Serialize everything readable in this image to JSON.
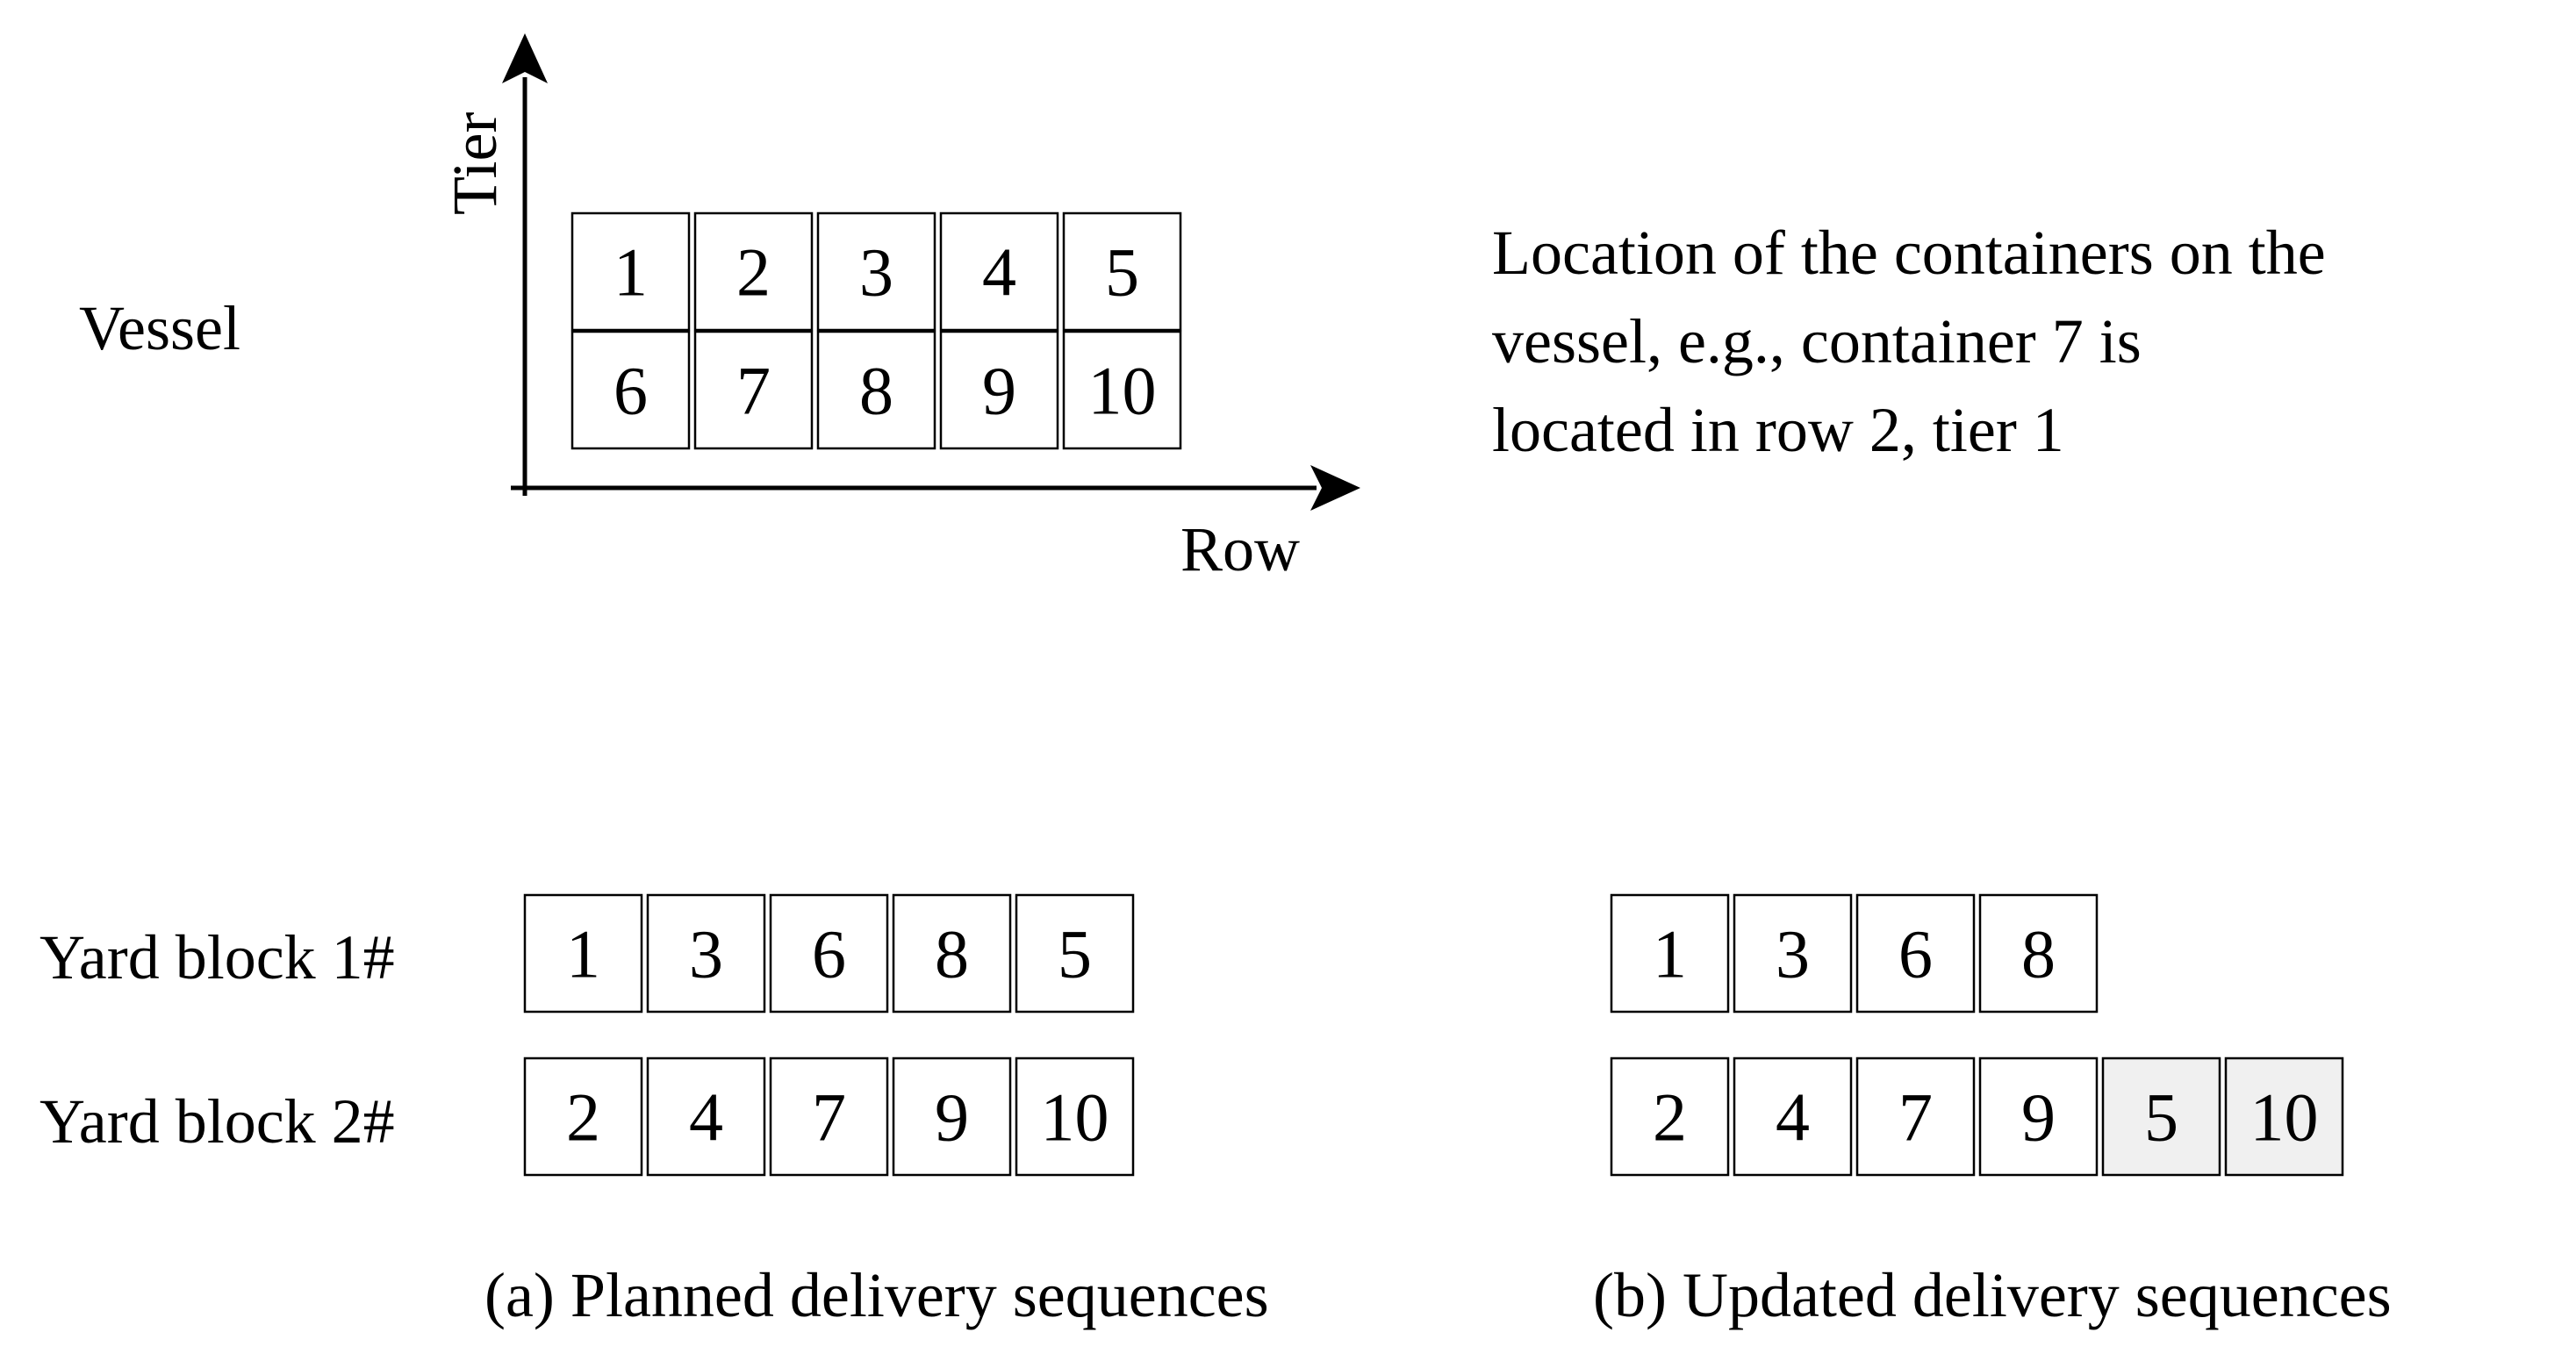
{
  "vessel": {
    "label": "Vessel",
    "y_axis_label": "Tier",
    "x_axis_label": "Row",
    "grid": [
      [
        "1",
        "2",
        "3",
        "4",
        "5"
      ],
      [
        "6",
        "7",
        "8",
        "9",
        "10"
      ]
    ],
    "note_lines": [
      "Location of the containers on the",
      "vessel,  e.g., container 7 is",
      "located in row  2, tier 1"
    ]
  },
  "planned": {
    "caption": "(a) Planned delivery sequences",
    "blocks": [
      {
        "label": "Yard block 1#",
        "cells": [
          "1",
          "3",
          "6",
          "8",
          "5"
        ]
      },
      {
        "label": "Yard block 2#",
        "cells": [
          "2",
          "4",
          "7",
          "9",
          "10"
        ]
      }
    ]
  },
  "updated": {
    "caption": "(b) Updated delivery sequences",
    "blocks": [
      {
        "cells": [
          "1",
          "3",
          "6",
          "8"
        ],
        "highlighted": []
      },
      {
        "cells": [
          "2",
          "4",
          "7",
          "9",
          "5",
          "10"
        ],
        "highlighted": [
          "5",
          "10"
        ]
      }
    ]
  },
  "colors": {
    "highlight_fill": "#f0f0f0",
    "stroke": "#000000"
  }
}
